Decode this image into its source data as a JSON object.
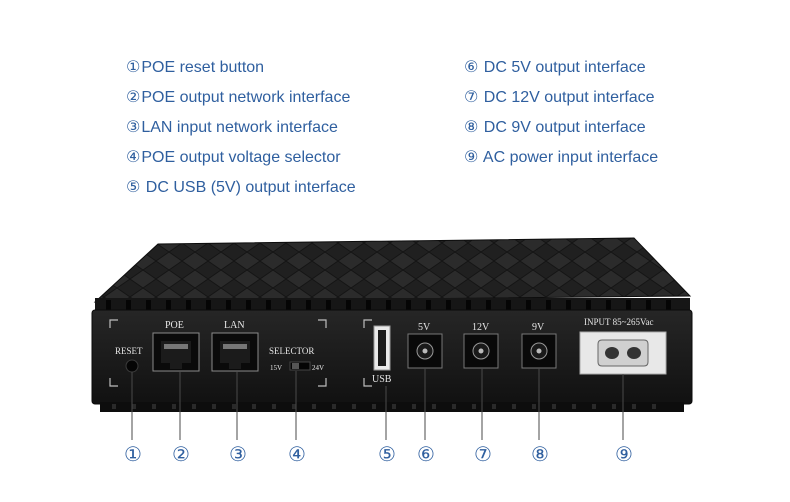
{
  "legend": [
    {
      "num": "①",
      "text": "POE reset button"
    },
    {
      "num": "②",
      "text": "POE output network interface"
    },
    {
      "num": "③",
      "text": "LAN input network interface"
    },
    {
      "num": "④",
      "text": "POE output voltage selector"
    },
    {
      "num": "⑤",
      "text": " DC USB (5V) output interface"
    },
    {
      "num": "⑥",
      "text": " DC 5V output interface"
    },
    {
      "num": "⑦",
      "text": " DC 12V output interface"
    },
    {
      "num": "⑧",
      "text": " DC 9V output interface"
    },
    {
      "num": "⑨",
      "text": " AC power input interface"
    }
  ],
  "panel": {
    "reset": "RESET",
    "poe": "POE",
    "lan": "LAN",
    "selector": "SELECTOR",
    "v15": "15V",
    "v24": "24V",
    "usb": "USB",
    "dc5": "5V",
    "dc12": "12V",
    "dc9": "9V",
    "input": "INPUT 85~265Vac"
  },
  "callouts": [
    "①",
    "②",
    "③",
    "④",
    "⑤",
    "⑥",
    "⑦",
    "⑧",
    "⑨"
  ],
  "colors": {
    "legend_text": "#2f5f9f",
    "device_body": "#1c1c1c",
    "panel_label": "#e6e6e6"
  }
}
